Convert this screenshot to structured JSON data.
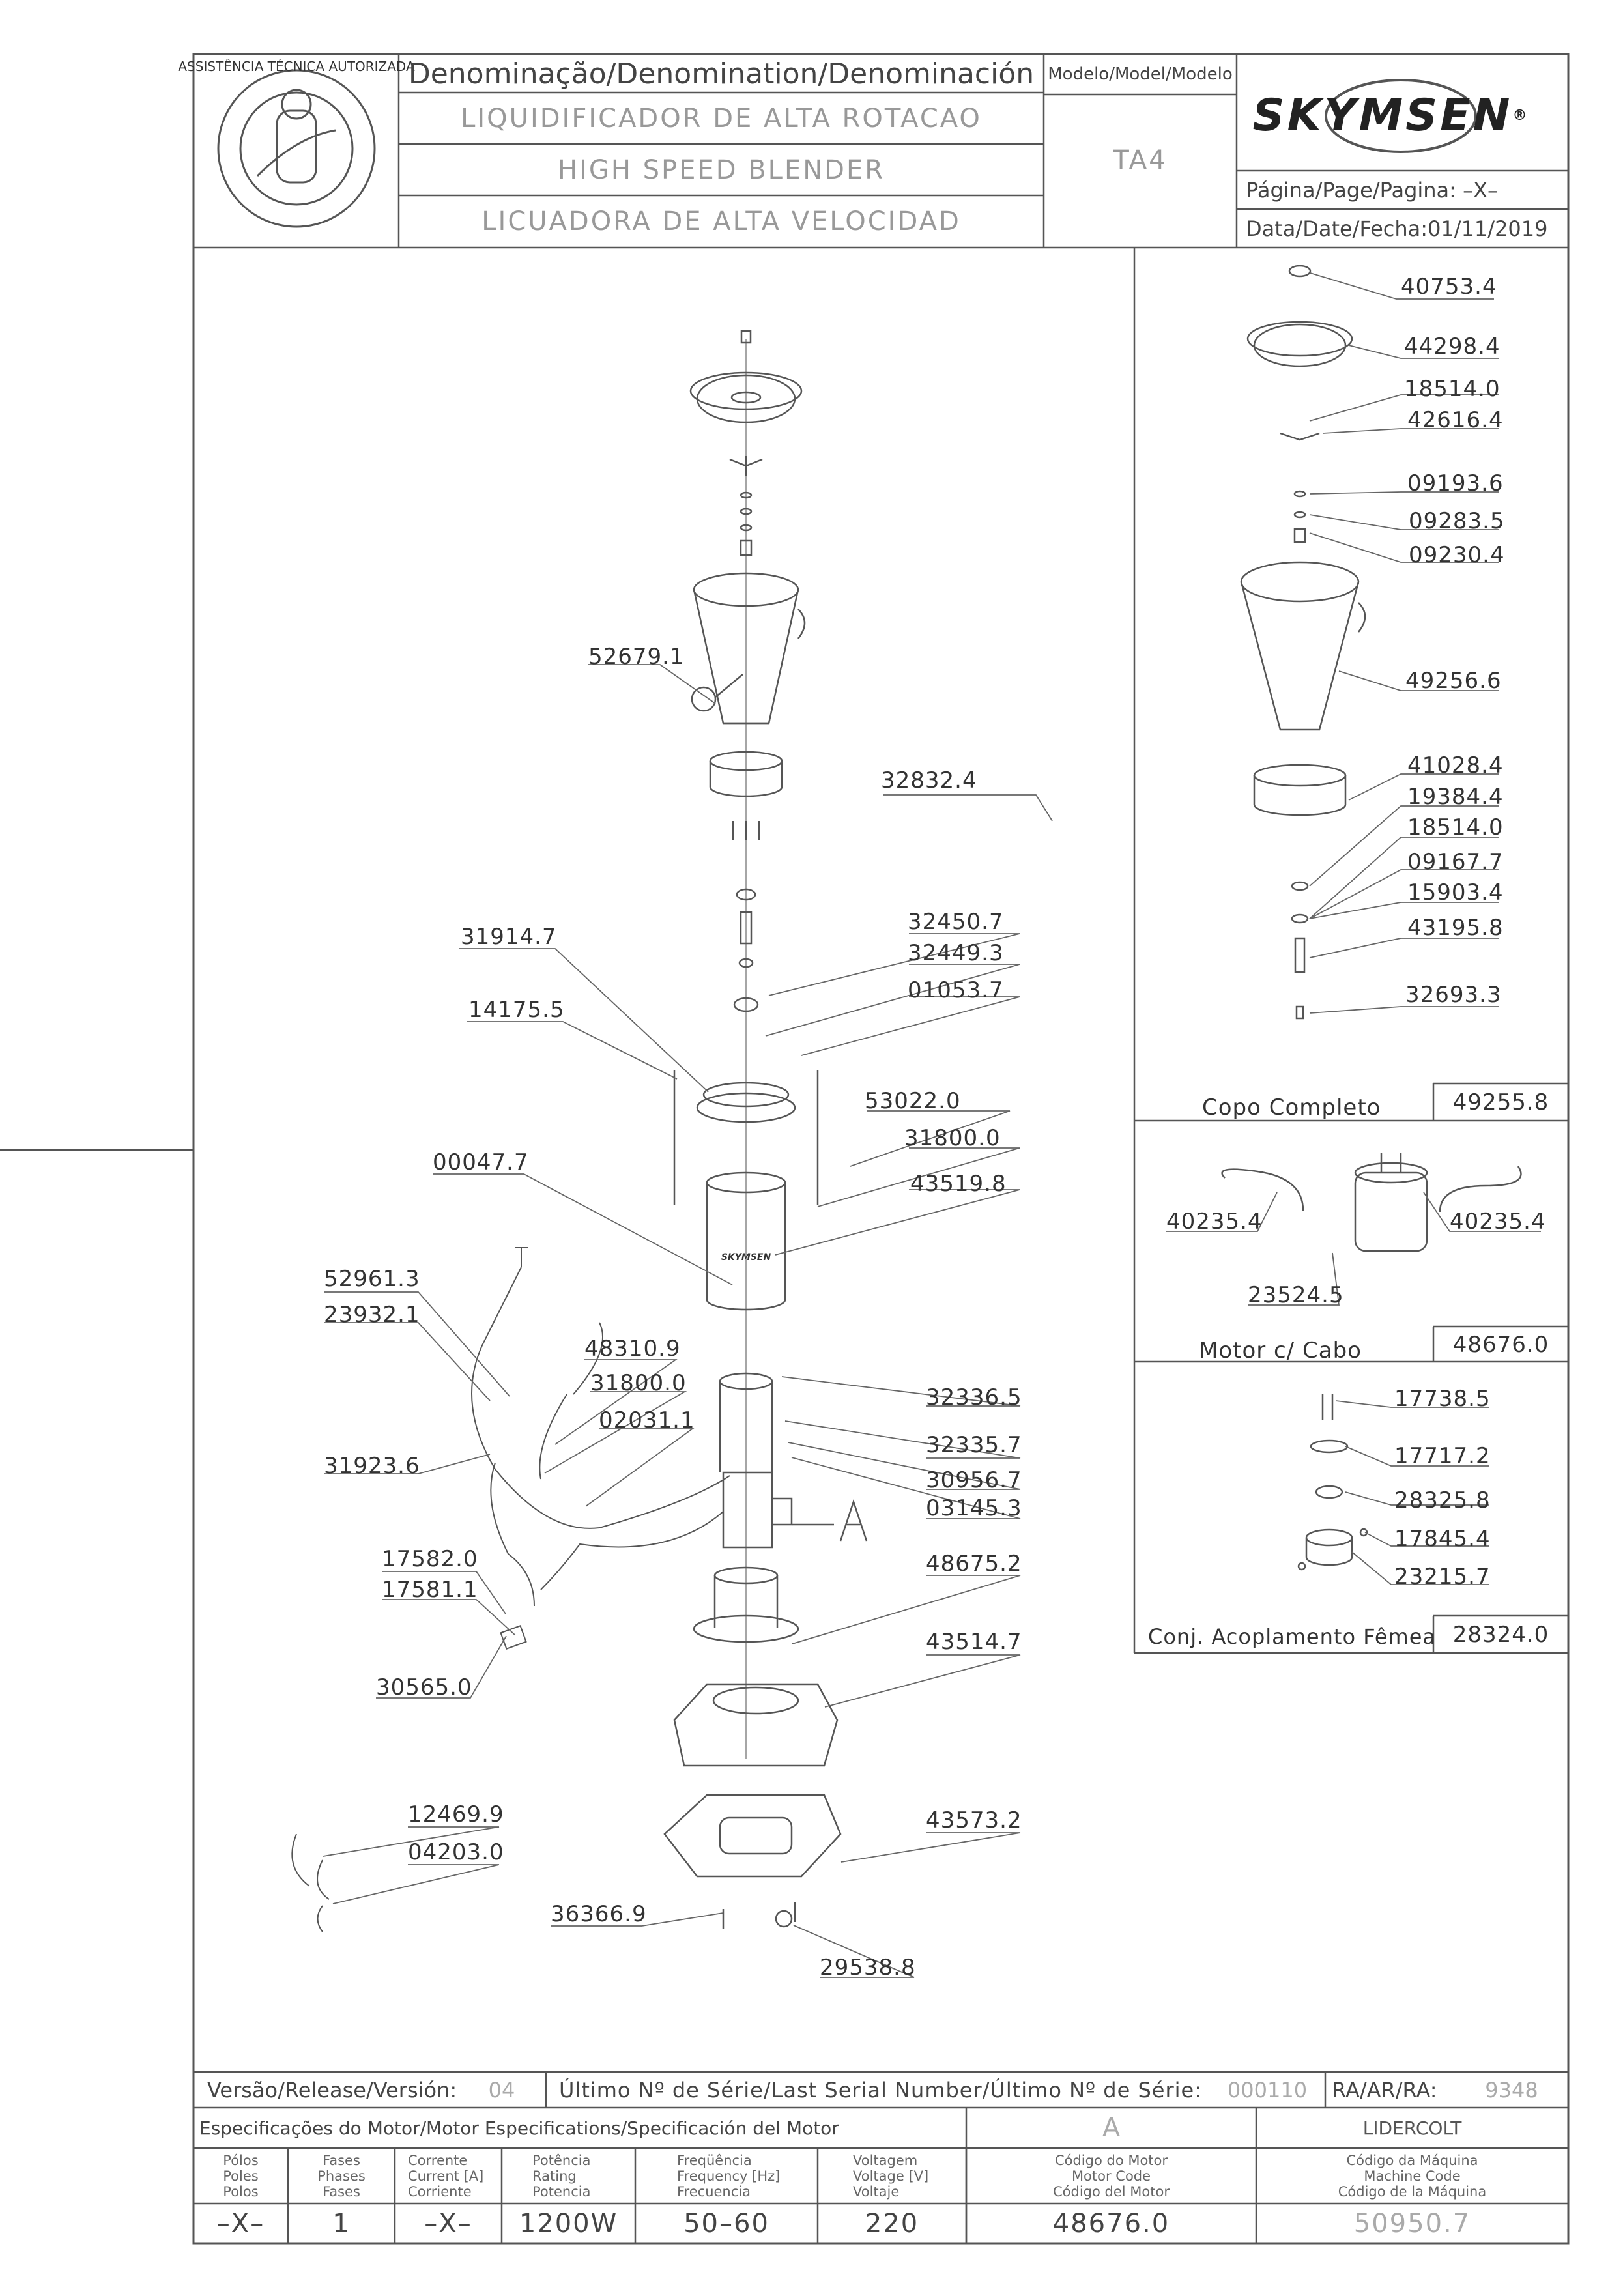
{
  "header": {
    "denomination_title": "Denominação/Denomination/Denominación",
    "names": [
      "LIQUIDIFICADOR DE ALTA ROTACAO",
      "HIGH SPEED BLENDER",
      "LICUADORA DE ALTA VELOCIDAD"
    ],
    "model_label": "Modelo/Model/Modelo",
    "model_value": "TA4",
    "brand": "SKYMSEN",
    "brand_mark": "®",
    "page_label": "Página/Page/Pagina: –X–",
    "date_label": "Data/Date/Fecha:01/11/2019",
    "seal_text": "ASSISTÊNCIA TÉCNICA AUTORIZADA"
  },
  "main_parts": [
    "52679.1",
    "32832.4",
    "31914.7",
    "32450.7",
    "32449.3",
    "14175.5",
    "01053.7",
    "53022.0",
    "31800.0",
    "00047.7",
    "43519.8",
    "52961.3",
    "23932.1",
    "48310.9",
    "31800.0",
    "02031.1",
    "31923.6",
    "32336.5",
    "32335.7",
    "30956.7",
    "03145.3",
    "A",
    "17582.0",
    "17581.1",
    "48675.2",
    "30565.0",
    "43514.7",
    "12469.9",
    "04203.0",
    "43573.2",
    "36366.9",
    "29538.8"
  ],
  "jug_kit": {
    "parts": [
      "40753.4",
      "44298.4",
      "18514.0",
      "42616.4",
      "09193.6",
      "09283.5",
      "09230.4",
      "49256.6",
      "41028.4",
      "19384.4",
      "18514.0",
      "09167.7",
      "15903.4",
      "43195.8",
      "32693.3"
    ],
    "title": "Copo Completo",
    "code": "49255.8"
  },
  "motor_kit": {
    "parts": [
      "40235.4",
      "40235.4",
      "23524.5"
    ],
    "title": "Motor c/ Cabo",
    "code": "48676.0"
  },
  "coupling_kit": {
    "parts": [
      "17738.5",
      "17717.2",
      "28325.8",
      "17845.4",
      "23215.7"
    ],
    "title": "Conj. Acoplamento Fêmea",
    "code": "28324.0"
  },
  "housing_logo": "SKYMSEN",
  "footer": {
    "version_label": "Versão/Release/Versión:",
    "version_value": "04",
    "serial_label": "Último Nº de Série/Last Serial Number/Último Nº de Série:",
    "serial_value": "000110",
    "ra_label": "RA/AR/RA:",
    "ra_value": "9348",
    "motor_spec_label": "Especificações do Motor/Motor Especifications/Specificación del Motor",
    "motor_ref": "A",
    "manufacturer": "LIDERCOLT",
    "columns": [
      {
        "label": [
          "Pólos",
          "Poles",
          "Polos"
        ],
        "value": "–X–"
      },
      {
        "label": [
          "Fases",
          "Phases",
          "Fases"
        ],
        "value": "1"
      },
      {
        "label": [
          "Corrente",
          "Current [A]",
          "Corriente"
        ],
        "value": "–X–"
      },
      {
        "label": [
          "Potência",
          "Rating",
          "Potencia"
        ],
        "value": "1200W"
      },
      {
        "label": [
          "Freqüência",
          "Frequency [Hz]",
          "Frecuencia"
        ],
        "value": "50–60"
      },
      {
        "label": [
          "Voltagem",
          "Voltage [V]",
          "Voltaje"
        ],
        "value": "220"
      },
      {
        "label": [
          "Código do Motor",
          "Motor Code",
          "Código del Motor"
        ],
        "value": "48676.0"
      },
      {
        "label": [
          "Código da Máquina",
          "Machine Code",
          "Código de la Máquina"
        ],
        "value": "50950.7"
      }
    ]
  },
  "colors": {
    "line": "#555555",
    "text": "#333333",
    "faint": "#aaaaaa"
  }
}
